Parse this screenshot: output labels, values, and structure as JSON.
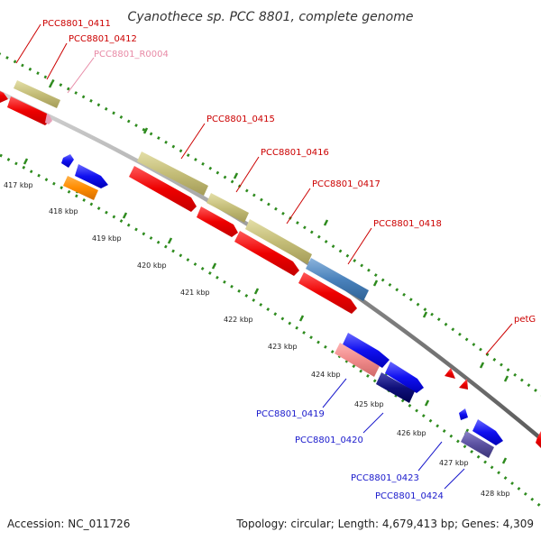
{
  "title": "Cyanothece sp. PCC 8801, complete genome",
  "footer": {
    "accession": "Accession: NC_011726",
    "topology": "Topology: circular; Length: 4,679,413 bp; Genes: 4,309"
  },
  "colors": {
    "backbone": "#8c8c8c",
    "tick_dots": "#2e8b1e",
    "red_label": "#cc0000",
    "blue_label": "#1a1acc",
    "pink_label": "#e88aa6"
  },
  "ticks": [
    "417 kbp",
    "418 kbp",
    "419 kbp",
    "420 kbp",
    "421 kbp",
    "422 kbp",
    "423 kbp",
    "424 kbp",
    "425 kbp",
    "426 kbp",
    "427 kbp",
    "428 kbp"
  ],
  "top_labels": [
    "PCC8801_0411",
    "PCC8801_0412",
    "PCC8801_R0004",
    "PCC8801_0415",
    "PCC8801_0416",
    "PCC8801_0417",
    "PCC8801_0418",
    "petG"
  ],
  "bottom_labels": [
    "PCC8801_0419",
    "PCC8801_0420",
    "PCC8801_0423",
    "PCC8801_0424"
  ]
}
